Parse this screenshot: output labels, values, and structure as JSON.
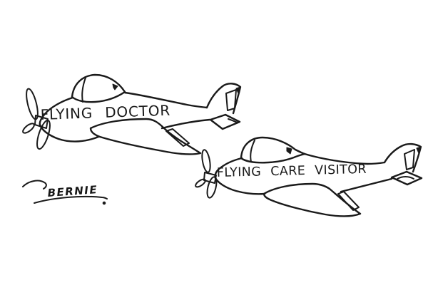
{
  "artwork": {
    "type": "cartoon-line-drawing",
    "background_color": "#ffffff",
    "ink_color": "#1a1a1a",
    "planes": [
      {
        "label": "FLYING DOCTOR"
      },
      {
        "label": "FLYING CARE VISITOR"
      }
    ],
    "signature": "Bernie"
  }
}
